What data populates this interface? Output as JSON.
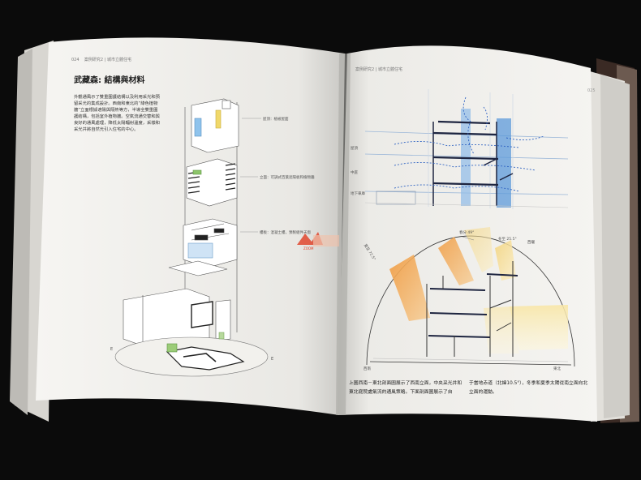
{
  "left_page": {
    "page_number": "024",
    "running_header": "案例研究2 | 城市立體住宅",
    "heading": "武藏森: 結構與材料",
    "paragraph": "外觀通風示了雙重圍護結構以及利用采光和預留采光的集成設計。西南和東北的“綠色植物牆”立面根據遮陽與隔熱等方，半導全雙重圍護結構，包括室外植物牆。空氣流通交替和與良好的通風處理，降低太陽輻射溫度，采樣和采光并將自然光引入住宅的中心。",
    "annotation_top": "屋頂：植被屋面",
    "annotation_mid": "立面：可調式百葉遮陽板和植物牆",
    "annotation_low": "樓板：混凝土樓，預製組件天窗",
    "axis_label_a": "E",
    "axis_label_b": "E"
  },
  "right_page": {
    "page_number": "025",
    "running_header": "案例研究2 | 城市立體住宅",
    "section_label_1": "屋頂",
    "section_label_2": "中庭",
    "section_label_3": "地下車庫",
    "sun_label_1": "夏至 72.5°",
    "sun_label_2": "春分 49°",
    "sun_label_3": "冬至 25.5°",
    "sun_label_4": "西曬",
    "ground_left": "西南",
    "ground_right": "東北",
    "caption_col1": "上圖西南－東北剖面圖展示了西南立面，中央采光井和東北庭院處氣流的通風策略。下面剖面圖展示了自",
    "caption_col2": "于當地赤道（北緯10.5°），冬季和夏季太陽從南立面向北立面的運動。"
  },
  "watermark": {
    "text": "ZOOM"
  },
  "colors": {
    "page": "#f4f3f0",
    "blue": "#3b7fd0",
    "orange": "#f0a04b",
    "yellow": "#f2d88a",
    "dark": "#1e2540"
  }
}
